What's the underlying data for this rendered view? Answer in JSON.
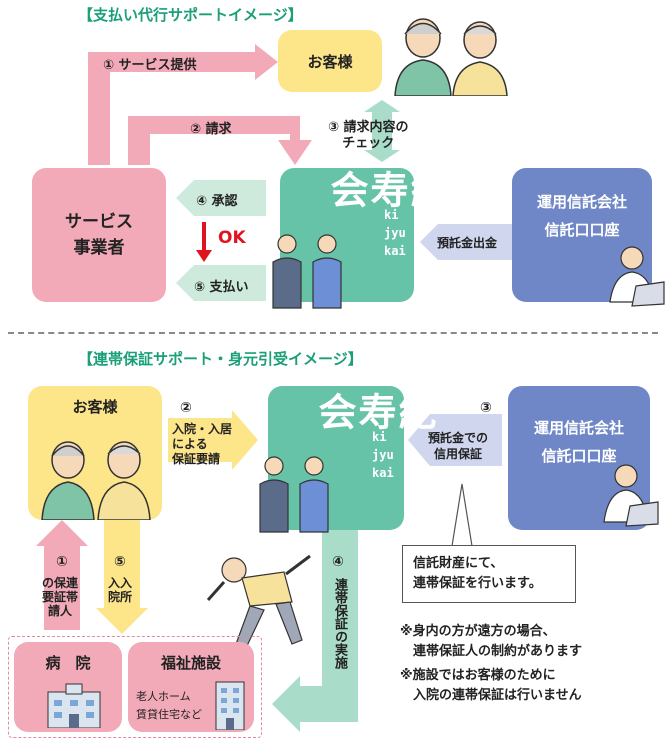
{
  "section1": {
    "title": "【支払い代行サポートイメージ】",
    "customer": "お客様",
    "provider": "サービス\n事業者",
    "kijukai": "紀\n寿\n会",
    "kiju_roman": "ki\njyu\nkai",
    "trust": "運用信託会社\n信託口口座",
    "step1": "① サービス提供",
    "step2": "② 請求",
    "step3": "③ 請求内容の\nチェック",
    "step4": "④ 承認",
    "ok": "OK",
    "step5": "⑤ 支払い",
    "deposit": "預託金出金"
  },
  "section2": {
    "title": "【連帯保証サポート・身元引受イメージ】",
    "customer": "お客様",
    "kijukai": "紀\n寿\n会",
    "kiju_roman": "ki\njyu\nkai",
    "trust": "運用信託会社\n信託口口座",
    "step2_num": "②",
    "step2": "入院・入居\nによる\n保証要請",
    "step3_num": "③",
    "step3": "預託金での\n信用保証",
    "step1_num": "①",
    "step1": "の保連\n要証帯\n請人",
    "step5_num": "⑤",
    "step5": "入入\n院所",
    "step4_num": "④",
    "step4": "連帯保証の実施",
    "hospital": "病　院",
    "welfare": "福祉施設",
    "welfare_sub": "老人ホーム\n賃貸住宅など",
    "callout": "信託財産にて、\n連帯保証を行います。",
    "note1": "※身内の方が遠方の場合、\n　連帯保証人の制約があります",
    "note2": "※施設ではお客様のために\n　入院の連帯保証は行いません"
  },
  "colors": {
    "accent_title": "#1a9f78",
    "pink": "#f2aab8",
    "yellow": "#fde58a",
    "teal": "#66c3a7",
    "blue": "#6f87c6",
    "red": "#e0141e"
  }
}
